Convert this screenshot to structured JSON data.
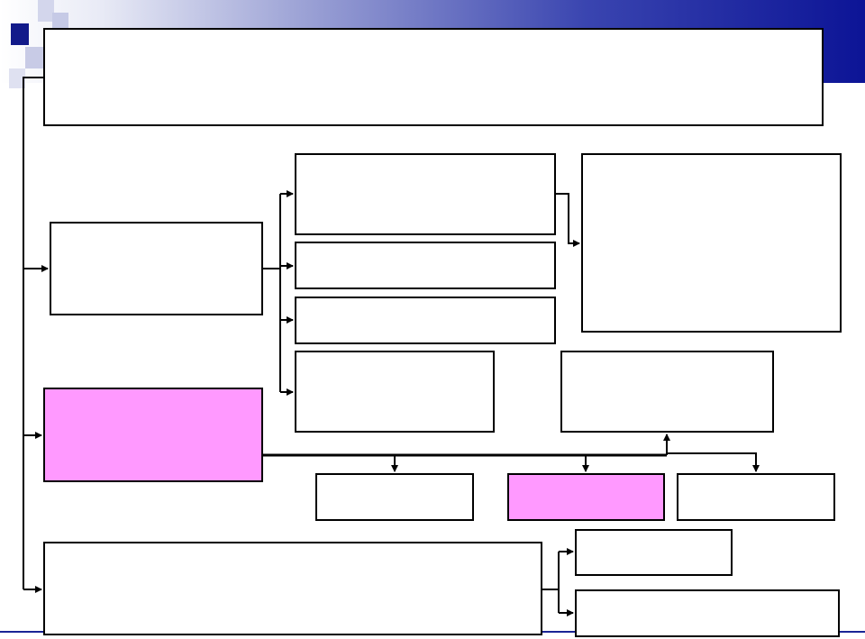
{
  "diagram": {
    "header_colors": [
      "#ffffff",
      "#3a45b0",
      "#0c1496"
    ],
    "box_border_color": "#000000",
    "highlight_color": "#ff99ff",
    "boxes": [
      {
        "id": "top-banner",
        "label": "",
        "highlight": false
      },
      {
        "id": "left-box-1",
        "label": "",
        "highlight": false
      },
      {
        "id": "left-box-2",
        "label": "",
        "highlight": true
      },
      {
        "id": "bottom-wide",
        "label": "",
        "highlight": false
      },
      {
        "id": "mid-box-1",
        "label": "",
        "highlight": false
      },
      {
        "id": "mid-box-2",
        "label": "",
        "highlight": false
      },
      {
        "id": "mid-box-3",
        "label": "",
        "highlight": false
      },
      {
        "id": "mid-box-4",
        "label": "",
        "highlight": false
      },
      {
        "id": "right-tall",
        "label": "",
        "highlight": false
      },
      {
        "id": "right-mid",
        "label": "",
        "highlight": false
      },
      {
        "id": "low-box-1",
        "label": "",
        "highlight": false
      },
      {
        "id": "low-box-2",
        "label": "",
        "highlight": true
      },
      {
        "id": "low-box-3",
        "label": "",
        "highlight": false
      },
      {
        "id": "br-box-1",
        "label": "",
        "highlight": false
      },
      {
        "id": "br-box-2",
        "label": "",
        "highlight": false
      }
    ]
  }
}
